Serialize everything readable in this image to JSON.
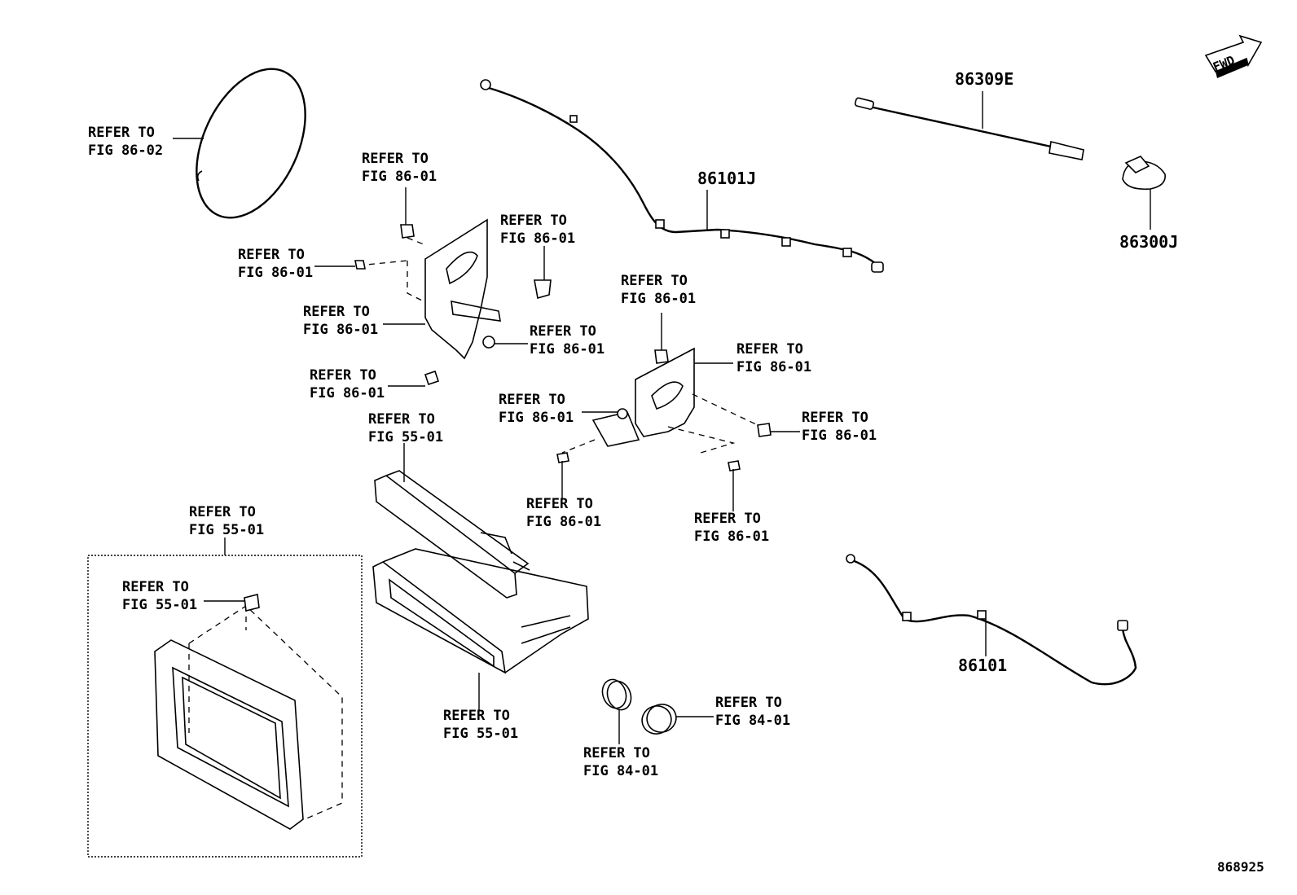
{
  "labels": {
    "ref_speaker": [
      "REFER TO",
      "FIG 86-02"
    ],
    "ref_clip_top": [
      "REFER TO",
      "FIG 86-01"
    ],
    "ref_clip_right": [
      "REFER TO",
      "FIG 86-01"
    ],
    "ref_screw_left": [
      "REFER TO",
      "FIG 86-01"
    ],
    "ref_bracket_left": [
      "REFER TO",
      "FIG 86-01"
    ],
    "ref_nut_left": [
      "REFER TO",
      "FIG 86-01"
    ],
    "ref_screw_low_left": [
      "REFER TO",
      "FIG 86-01"
    ],
    "ref_clip_mid": [
      "REFER TO",
      "FIG 86-01"
    ],
    "ref_bracket_right": [
      "REFER TO",
      "FIG 86-01"
    ],
    "ref_nut_right": [
      "REFER TO",
      "FIG 86-01"
    ],
    "ref_clip_far_right": [
      "REFER TO",
      "FIG 86-01"
    ],
    "ref_screw_bottom": [
      "REFER TO",
      "FIG 86-01"
    ],
    "ref_screw_bottom_right": [
      "REFER TO",
      "FIG 86-01"
    ],
    "ref_bezel_panel": [
      "REFER TO",
      "FIG 55-01"
    ],
    "ref_frame": [
      "REFER TO",
      "FIG 55-01"
    ],
    "ref_frame_clip": [
      "REFER TO",
      "FIG 55-01"
    ],
    "ref_pocket": [
      "REFER TO",
      "FIG 55-01"
    ],
    "ref_knob_left": [
      "REFER TO",
      "FIG 84-01"
    ],
    "ref_knob_right": [
      "REFER TO",
      "FIG 84-01"
    ]
  },
  "part_numbers": {
    "antenna_cord": "86101J",
    "antenna_rod": "86309E",
    "antenna_base": "86300J",
    "cord_lower": "86101"
  },
  "fwd_badge": "FWD",
  "diagram_id": "868925"
}
